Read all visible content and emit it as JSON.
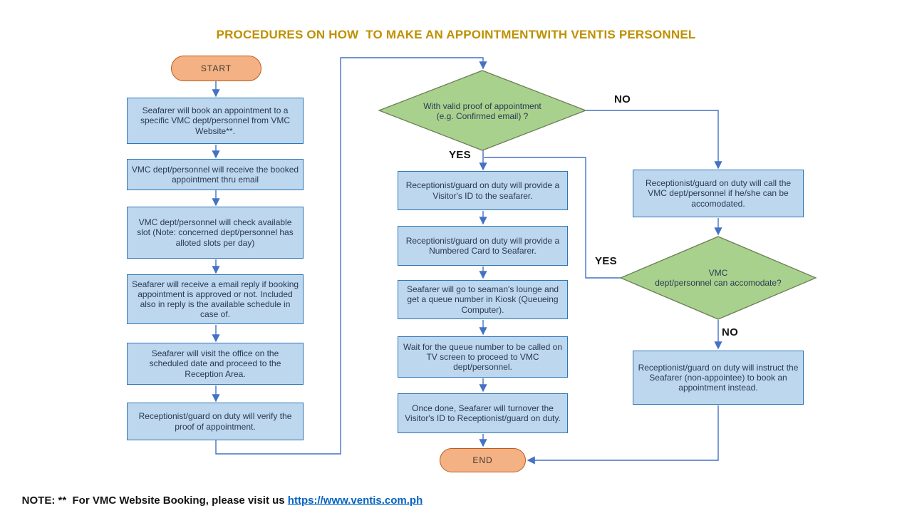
{
  "title": "PROCEDURES ON HOW  TO MAKE AN APPOINTMENTWITH VENTIS PERSONNEL",
  "colors": {
    "title": "#BF9000",
    "process_fill": "#BDD7EE",
    "process_border": "#2E75B6",
    "decision_fill": "#A9D18E",
    "decision_border": "#6B7F55",
    "terminator_fill": "#F4B183",
    "terminator_border": "#BA5D1C",
    "connector": "#4472C4",
    "link": "#0563C1"
  },
  "nodes": {
    "start": "START",
    "end": "END",
    "l1": "Seafarer will book an appointment to a specific VMC dept/personnel from VMC Website**.",
    "l2": "VMC dept/personnel will receive the booked appointment thru email",
    "l3": "VMC dept/personnel will check available slot (Note: concerned dept/personnel has alloted slots per day)",
    "l4": "Seafarer will receive a email reply if booking appointment is approved or not. Included also in reply is the available schedule in case of.",
    "l5": "Seafarer will visit the office on the scheduled date and proceed to the Reception Area.",
    "l6": "Receptionist/guard on duty will verify the proof of appointment.",
    "d1": "With valid proof of appointment (e.g. Confirmed email) ?",
    "d2_line1": "VMC",
    "d2_line2": "dept/personnel can accomodate?",
    "m1": "Receptionist/guard on duty will provide a Visitor's ID to the seafarer.",
    "m2": "Receptionist/guard on duty will provide a Numbered Card to Seafarer.",
    "m3": "Seafarer will go to seaman's lounge and get a queue number in Kiosk (Queueing Computer).",
    "m4": "Wait for the queue number to be called on TV screen to proceed to VMC dept/personnel.",
    "m5": "Once done, Seafarer will turnover the Visitor's ID to Receptionist/guard on duty.",
    "r1": "Receptionist/guard on duty will call the VMC dept/personnel if he/she can be accomodated.",
    "r2": "Receptionist/guard on duty will instruct the Seafarer (non-appointee) to book an appointment instead."
  },
  "labels": {
    "d1_yes": "YES",
    "d1_no": "NO",
    "d2_yes": "YES",
    "d2_no": "NO"
  },
  "note": {
    "text": "NOTE: **  For VMC Website Booking, please visit us ",
    "link": "https://www.ventis.com.ph"
  }
}
